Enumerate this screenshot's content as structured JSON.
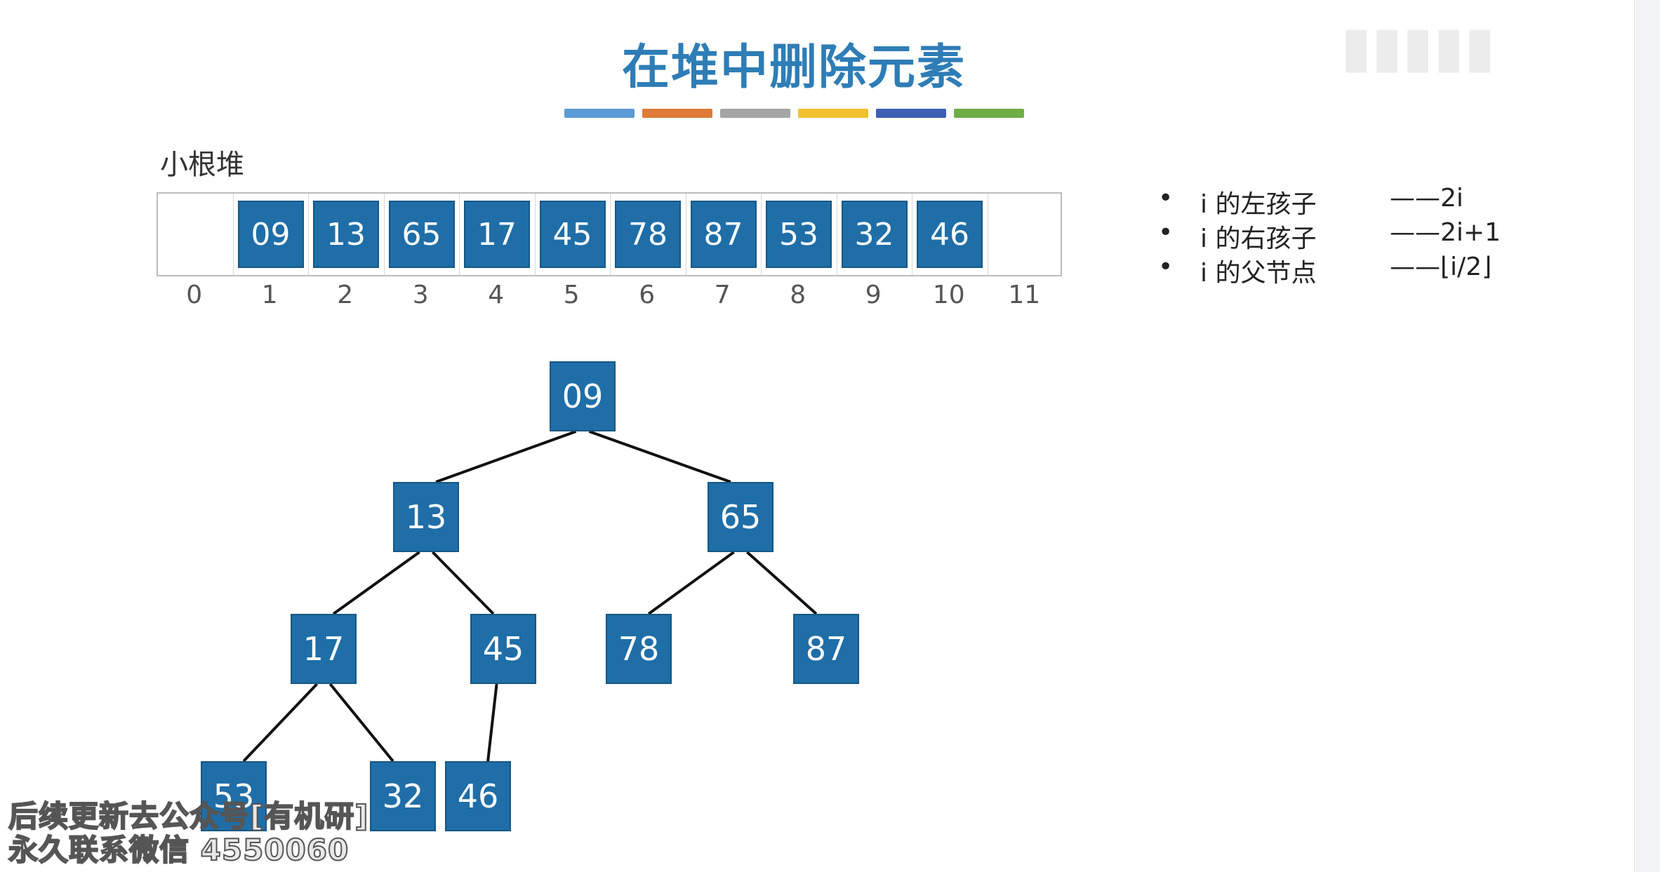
{
  "slide": {
    "title": "在堆中删除元素",
    "accent_bars": [
      "#5b9bd5",
      "#e07b39",
      "#a5a5a5",
      "#f2c12e",
      "#3c5fb3",
      "#70ad47"
    ],
    "node_color": "#1f6ea8",
    "heap_label": "小根堆"
  },
  "array": {
    "cells": [
      "",
      "09",
      "13",
      "65",
      "17",
      "45",
      "78",
      "87",
      "53",
      "32",
      "46",
      ""
    ],
    "indices": [
      "0",
      "1",
      "2",
      "3",
      "4",
      "5",
      "6",
      "7",
      "8",
      "9",
      "10",
      "11"
    ]
  },
  "formulas": [
    {
      "bullet": "•",
      "name": "i 的左孩子",
      "value": "——2i"
    },
    {
      "bullet": "•",
      "name": "i 的右孩子",
      "value": "——2i+1"
    },
    {
      "bullet": "•",
      "name": "i 的父节点",
      "value": "——⌊i/2⌋"
    }
  ],
  "tree": {
    "nodes": [
      {
        "id": "n1",
        "label": "09"
      },
      {
        "id": "n2",
        "label": "13"
      },
      {
        "id": "n3",
        "label": "65"
      },
      {
        "id": "n4",
        "label": "17"
      },
      {
        "id": "n5",
        "label": "45"
      },
      {
        "id": "n6",
        "label": "78"
      },
      {
        "id": "n7",
        "label": "87"
      },
      {
        "id": "n8",
        "label": "53"
      },
      {
        "id": "n9",
        "label": "32"
      },
      {
        "id": "n10",
        "label": "46"
      }
    ],
    "edges": [
      [
        "n1",
        "n2"
      ],
      [
        "n1",
        "n3"
      ],
      [
        "n2",
        "n4"
      ],
      [
        "n2",
        "n5"
      ],
      [
        "n3",
        "n6"
      ],
      [
        "n3",
        "n7"
      ],
      [
        "n4",
        "n8"
      ],
      [
        "n4",
        "n9"
      ],
      [
        "n5",
        "n10"
      ]
    ]
  },
  "overlay": {
    "line1": "后续更新去公众号[有机研]",
    "line2": "永久联系微信 4550060"
  }
}
